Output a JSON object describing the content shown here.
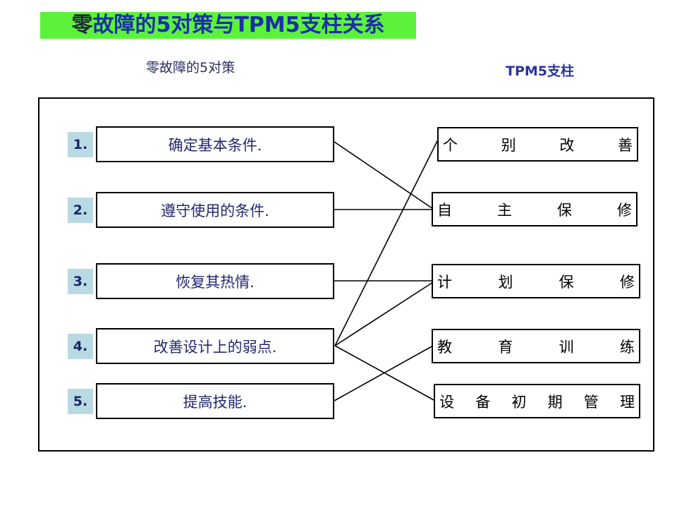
{
  "title": {
    "lead": "零",
    "rest": "故障的5对策与TPM5支柱关系",
    "full": "零故障的5对策与TPM5支柱关系",
    "banner_color": "#5cf23c",
    "text_color": "#1a2fa8"
  },
  "captions": {
    "left": "零故障的5对策",
    "right": "TPM5支柱"
  },
  "left_column": {
    "items": [
      {
        "number": "1.",
        "label": "确定基本条件."
      },
      {
        "number": "2.",
        "label": "遵守使用的条件."
      },
      {
        "number": "3.",
        "label": "恢复其热情."
      },
      {
        "number": "4.",
        "label": "改善设计上的弱点."
      },
      {
        "number": "5.",
        "label": "提高技能."
      }
    ],
    "badge_color": "#b9dae2",
    "text_color": "#22286e"
  },
  "right_column": {
    "items": [
      {
        "label": "个别改善",
        "chars": [
          "个",
          "别",
          "改",
          "善"
        ]
      },
      {
        "label": "自主保修",
        "chars": [
          "自",
          "主",
          "保",
          "修"
        ]
      },
      {
        "label": "计划保修",
        "chars": [
          "计",
          "划",
          "保",
          "修"
        ]
      },
      {
        "label": "教育训练",
        "chars": [
          "教",
          "育",
          "训",
          "练"
        ]
      },
      {
        "label": "设备初期管理",
        "chars": [
          "设",
          "备",
          "初",
          "期",
          "管",
          "理"
        ]
      }
    ],
    "text_color": "#000000"
  },
  "connections": [
    {
      "from": "确定基本条件.",
      "to": "自主保修"
    },
    {
      "from": "遵守使用的条件.",
      "to": "自主保修"
    },
    {
      "from": "恢复其热情.",
      "to": "计划保修"
    },
    {
      "from": "改善设计上的弱点.",
      "to": "个别改善"
    },
    {
      "from": "改善设计上的弱点.",
      "to": "计划保修"
    },
    {
      "from": "改善设计上的弱点.",
      "to": "设备初期管理"
    },
    {
      "from": "提高技能.",
      "to": "教育训练"
    }
  ]
}
